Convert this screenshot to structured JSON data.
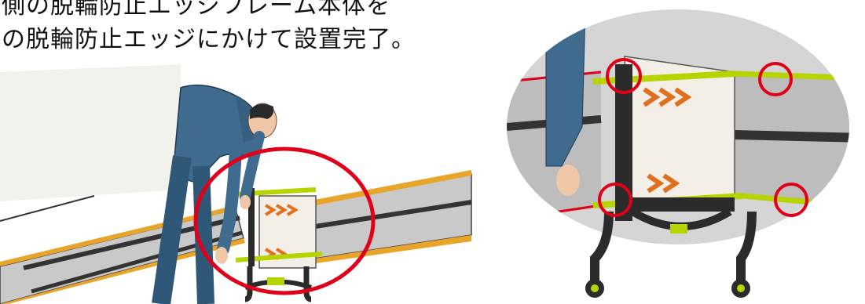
{
  "caption": {
    "line1": "側の脱輪防止エッジフレーム本体を",
    "line2": "の脱輪防止エッジにかけて設置完了。"
  },
  "colors": {
    "ramp_surface": "#c8c8c8",
    "ramp_edge": "#e8a52a",
    "frame_green": "#b7d300",
    "highlight_red": "#e0001a",
    "jacket": "#3f6b8e",
    "dark_frame": "#2b2b2b"
  },
  "icons": {
    "left": "illustration-person-installing-ramp",
    "right": "illustration-ramp-joint-closeup"
  }
}
